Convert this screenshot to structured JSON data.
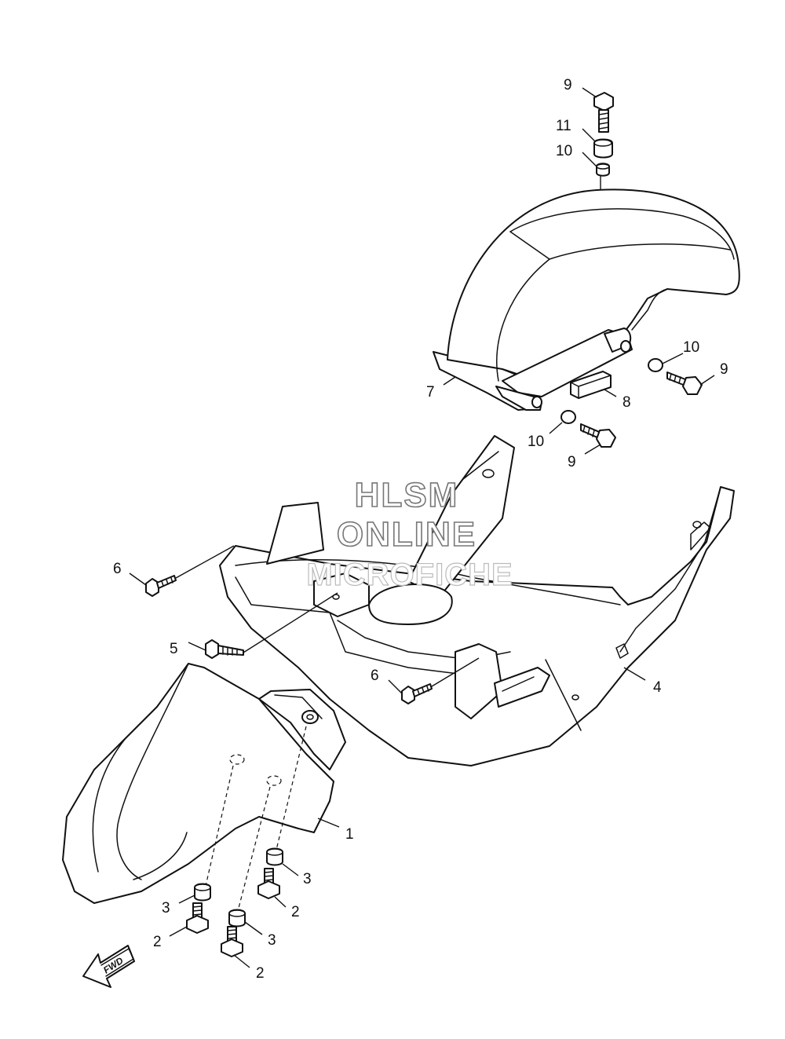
{
  "watermark": {
    "line1": "HLSM",
    "line2": "ONLINE",
    "line3": "MICROFICHE"
  },
  "fwd_label": "FWD",
  "callouts": {
    "c1": "1",
    "c2a": "2",
    "c2b": "2",
    "c2c": "2",
    "c3a": "3",
    "c3b": "3",
    "c3c": "3",
    "c4": "4",
    "c5": "5",
    "c6a": "6",
    "c6b": "6",
    "c7": "7",
    "c8": "8",
    "c9a": "9",
    "c9b": "9",
    "c9c": "9",
    "c10a": "10",
    "c10b": "10",
    "c10c": "10",
    "c11": "11"
  },
  "icons": [
    "fwd-arrow-icon"
  ]
}
